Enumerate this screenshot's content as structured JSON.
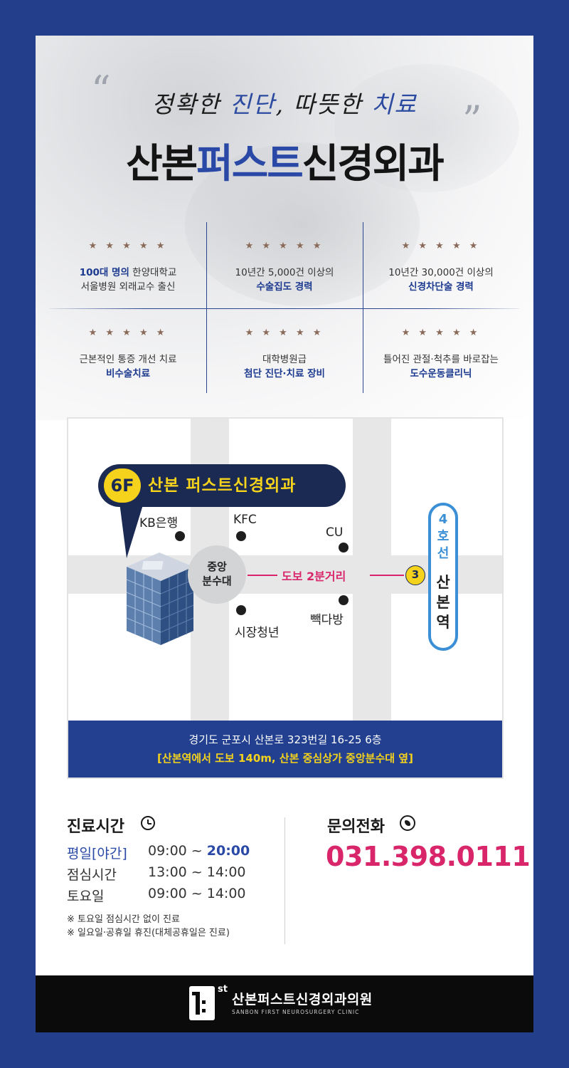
{
  "header": {
    "quote_open": "“",
    "quote_close": "”",
    "slogan": {
      "part1": "정확한 ",
      "hl1": "진단",
      "part2": ", 따뜻한 ",
      "hl2": "치료"
    },
    "title": {
      "part1": "산본",
      "hl": "퍼스트",
      "part2": "신경외과"
    }
  },
  "features": [
    {
      "stars": "★ ★ ★ ★ ★",
      "line1_bold": "100대 명의",
      "line1_rest": " 한양대학교",
      "line2": "서울병원 외래교수 출신",
      "line2_bold": false
    },
    {
      "stars": "★ ★ ★ ★ ★",
      "line1_bold": "",
      "line1_rest": "10년간 5,000건 이상의",
      "line2": "수술집도 경력",
      "line2_bold": true
    },
    {
      "stars": "★ ★ ★ ★ ★",
      "line1_bold": "",
      "line1_rest": "10년간 30,000건 이상의",
      "line2": "신경차단술 경력",
      "line2_bold": true
    },
    {
      "stars": "★ ★ ★ ★ ★",
      "line1_bold": "",
      "line1_rest": "근본적인 통증 개선 치료",
      "line2": "비수술치료",
      "line2_bold": true
    },
    {
      "stars": "★ ★ ★ ★ ★",
      "line1_bold": "",
      "line1_rest": "대학병원급",
      "line2": "첨단 진단·치료 장비",
      "line2_bold": true
    },
    {
      "stars": "★ ★ ★ ★ ★",
      "line1_bold": "",
      "line1_rest": "틀어진 관절·척추를 바로잡는",
      "line2": "도수운동클리닉",
      "line2_bold": true
    }
  ],
  "map": {
    "floor": "6F",
    "clinic_label": "산본 퍼스트신경외과",
    "poi": {
      "kb": "KB은행",
      "kfc": "KFC",
      "cu": "CU",
      "sijang": "시장청년",
      "paik": "빽다방"
    },
    "fountain_line1": "중앙",
    "fountain_line2": "분수대",
    "walk": "도보 2분거리",
    "exit": "3",
    "line": [
      "4",
      "호",
      "선"
    ],
    "station": [
      "산",
      "본",
      "역"
    ],
    "address": "경기도 군포시 산본로 323번길 16-25 6층",
    "address_note": "[산본역에서 도보 140m, 산본 중심상가 중앙분수대 옆]"
  },
  "hours": {
    "title": "진료시간",
    "rows": [
      {
        "label": "평일[야간]",
        "time_start": "09:00 ~ ",
        "time_end": "20:00"
      },
      {
        "label": "점심시간",
        "time": "13:00 ~ 14:00"
      },
      {
        "label": "토요일",
        "time": "09:00 ~ 14:00"
      }
    ],
    "notes": [
      "※ 토요일 점심시간 없이 진료",
      "※ 일요일·공휴일 휴진(대체공휴일은 진료)"
    ]
  },
  "contact": {
    "title": "문의전화",
    "phone": "031.398.0111"
  },
  "footer": {
    "logo_sup": "st",
    "name": "산본퍼스트신경외과의원",
    "sub": "SANBON FIRST NEUROSURGERY CLINIC"
  },
  "colors": {
    "frame": "#233f8c",
    "accent_blue": "#2a49a6",
    "accent_pink": "#d9266b",
    "accent_yellow": "#f5d21c",
    "subway_line4": "#3a8fd6"
  }
}
